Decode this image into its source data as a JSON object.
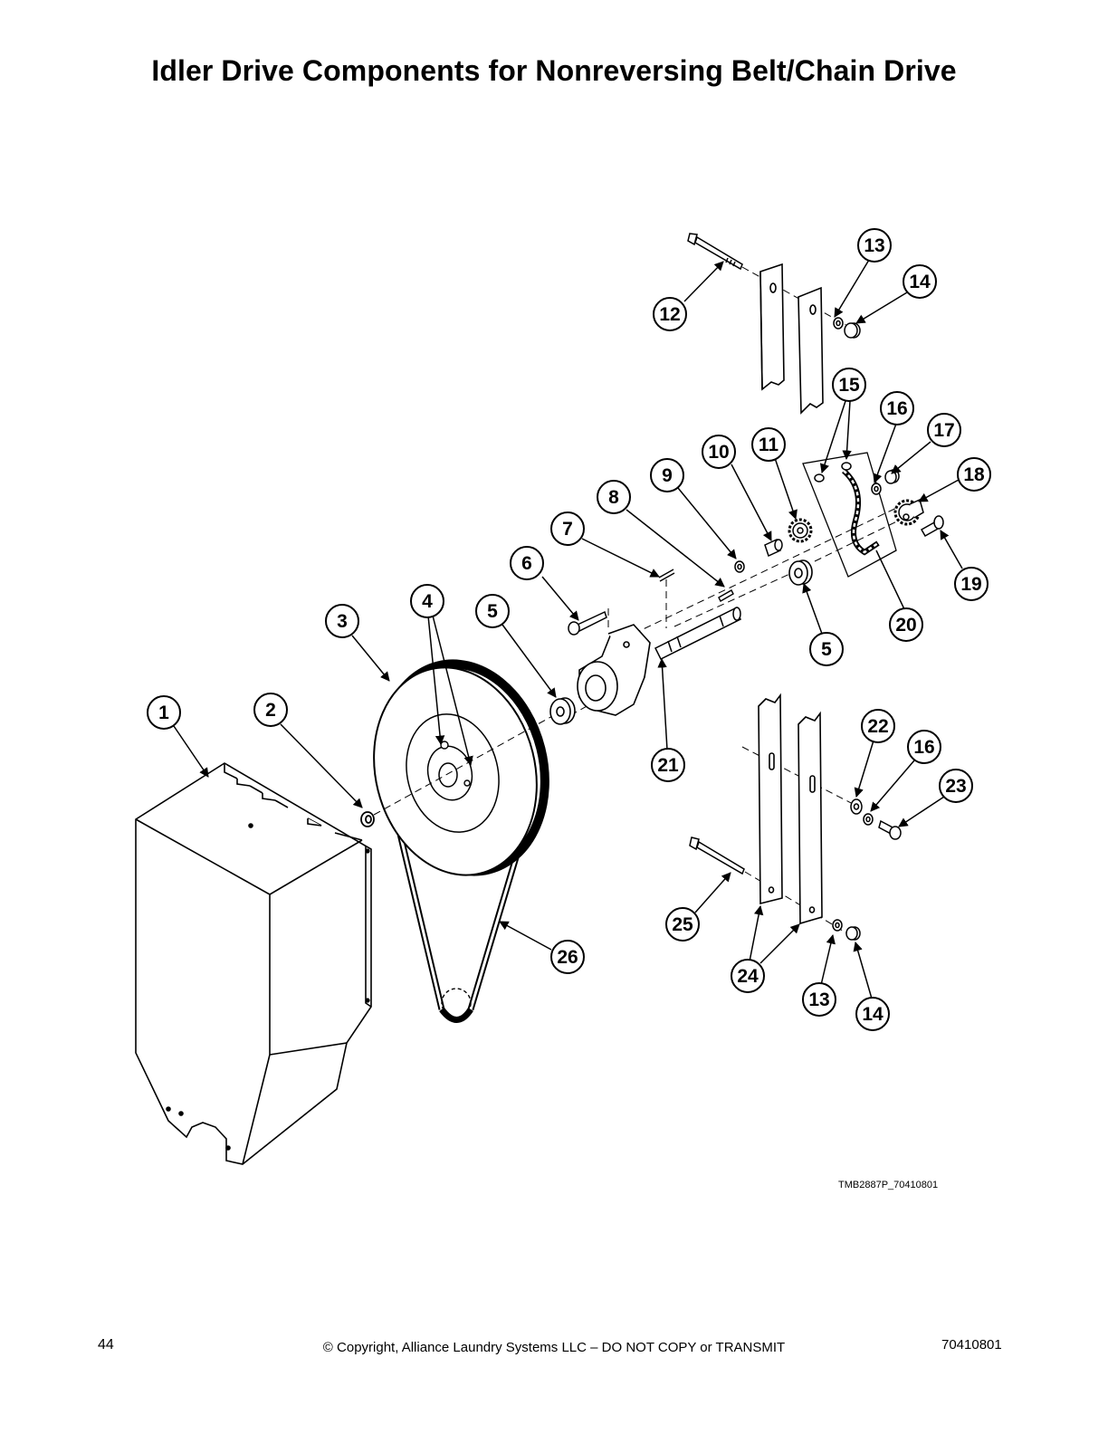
{
  "title": "Idler Drive Components for Nonreversing Belt/Chain Drive",
  "figure_id": "TMB2887P_70410801",
  "footer": {
    "page_number": "44",
    "copyright": "© Copyright, Alliance Laundry Systems LLC – DO NOT COPY or TRANSMIT",
    "doc_number": "70410801"
  },
  "callouts": [
    "1",
    "2",
    "3",
    "4",
    "5",
    "6",
    "7",
    "8",
    "9",
    "10",
    "11",
    "12",
    "13",
    "14",
    "15",
    "16",
    "17",
    "18",
    "19",
    "20",
    "21",
    "22",
    "23",
    "24",
    "25",
    "26"
  ]
}
